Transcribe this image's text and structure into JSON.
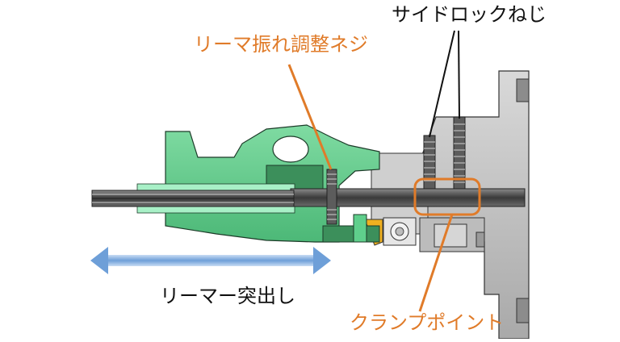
{
  "labels": {
    "runout_screw": "リーマ振れ調整ネジ",
    "side_lock_screw": "サイドロックねじ",
    "reamer_protrusion": "リーマー突出し",
    "clamp_point": "クランプポイント"
  },
  "colors": {
    "callout_orange": "#e07b29",
    "holder_green": "#5fcf8c",
    "body_gray": "#b5b5b5",
    "arrow_blue": "#8fb6e4"
  }
}
